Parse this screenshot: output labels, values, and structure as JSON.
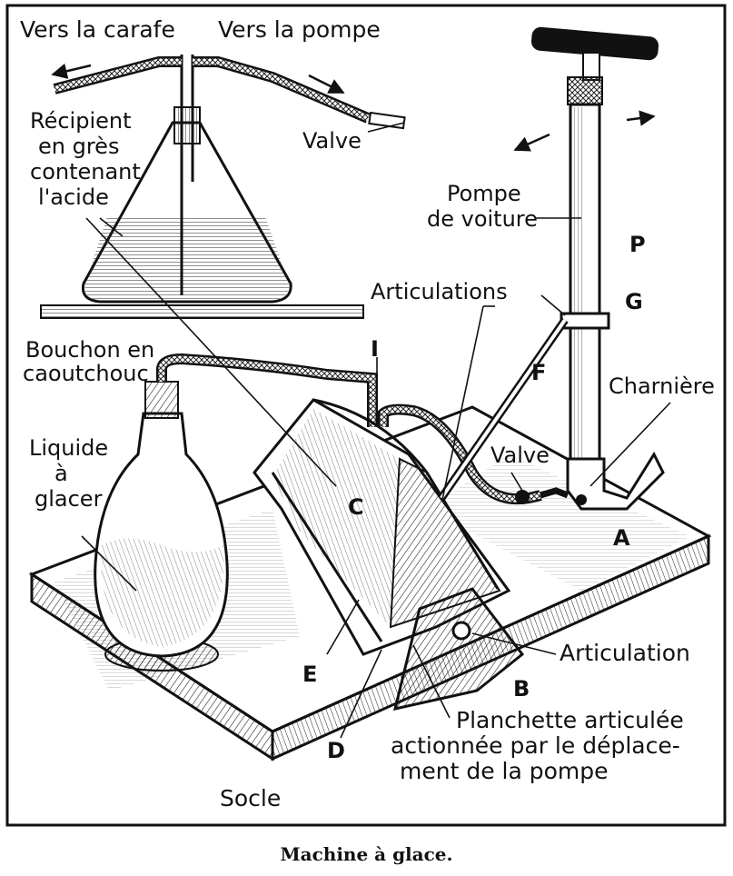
{
  "labels": {
    "vers_carafe": "Vers la carafe",
    "vers_pompe": "Vers la pompe",
    "valve_top": "Valve",
    "recipient": [
      "Récipient",
      "en grès",
      "contenant",
      "l'acide"
    ],
    "pompe": [
      "Pompe",
      "de voiture"
    ],
    "articulations": "Articulations",
    "bouchon": [
      "Bouchon en",
      "caoutchouc"
    ],
    "charniere": "Charnière",
    "valve_right": "Valve",
    "liquide": [
      "Liquide",
      "à",
      "glacer"
    ],
    "articulation": "Articulation",
    "planchette": [
      "Planchette articulée",
      "actionnée par le déplace-",
      "ment de la pompe"
    ],
    "socle": "Socle"
  },
  "letters": {
    "p": "P",
    "g": "G",
    "f": "F",
    "i": "I",
    "c": "C",
    "a": "A",
    "e": "E",
    "b": "B",
    "d": "D"
  },
  "caption": "Machine à glace."
}
